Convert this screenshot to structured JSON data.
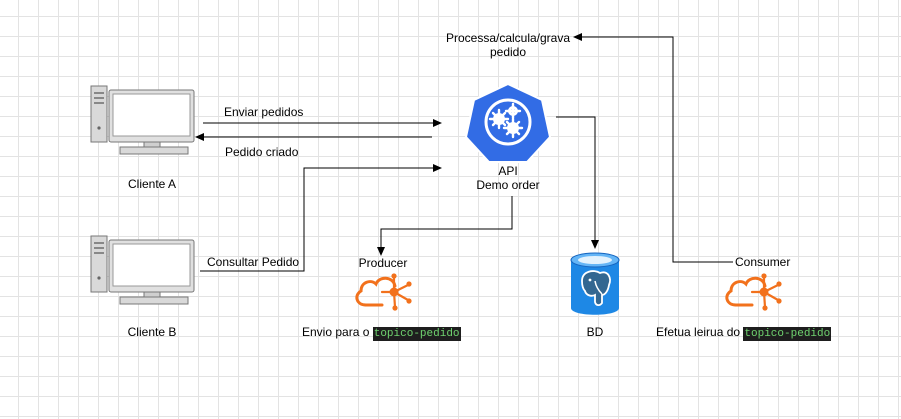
{
  "nodes": {
    "cliente_a": "Cliente A",
    "cliente_b": "Cliente B",
    "api_line1": "API",
    "api_line2": "Demo order",
    "producer_title": "Producer",
    "producer_caption_prefix": "Envio para o ",
    "producer_caption_code": "topico-pedido",
    "bd": "BD",
    "consumer_title": "Consumer",
    "consumer_caption_prefix": "Efetua leirua do ",
    "consumer_caption_code": "topico-pedido"
  },
  "edges": {
    "enviar_pedidos": "Enviar pedidos",
    "pedido_criado": "Pedido criado",
    "consultar_pedido": "Consultar Pedido",
    "processa_line1": "Processa/calcula/grava",
    "processa_line2": "pedido"
  },
  "colors": {
    "kubernetes_blue": "#326CE5",
    "kafka_orange": "#F2711C",
    "postgres_blue": "#336791",
    "db_cylinder": "#1E88E5",
    "code_bg": "#1E1E1E",
    "code_fg": "#6FD36F"
  },
  "icons": {
    "client": "desktop-computer-icon",
    "api": "kubernetes-gears-icon",
    "producer": "cloud-kafka-icon",
    "consumer": "cloud-kafka-icon",
    "database": "postgresql-database-icon"
  }
}
